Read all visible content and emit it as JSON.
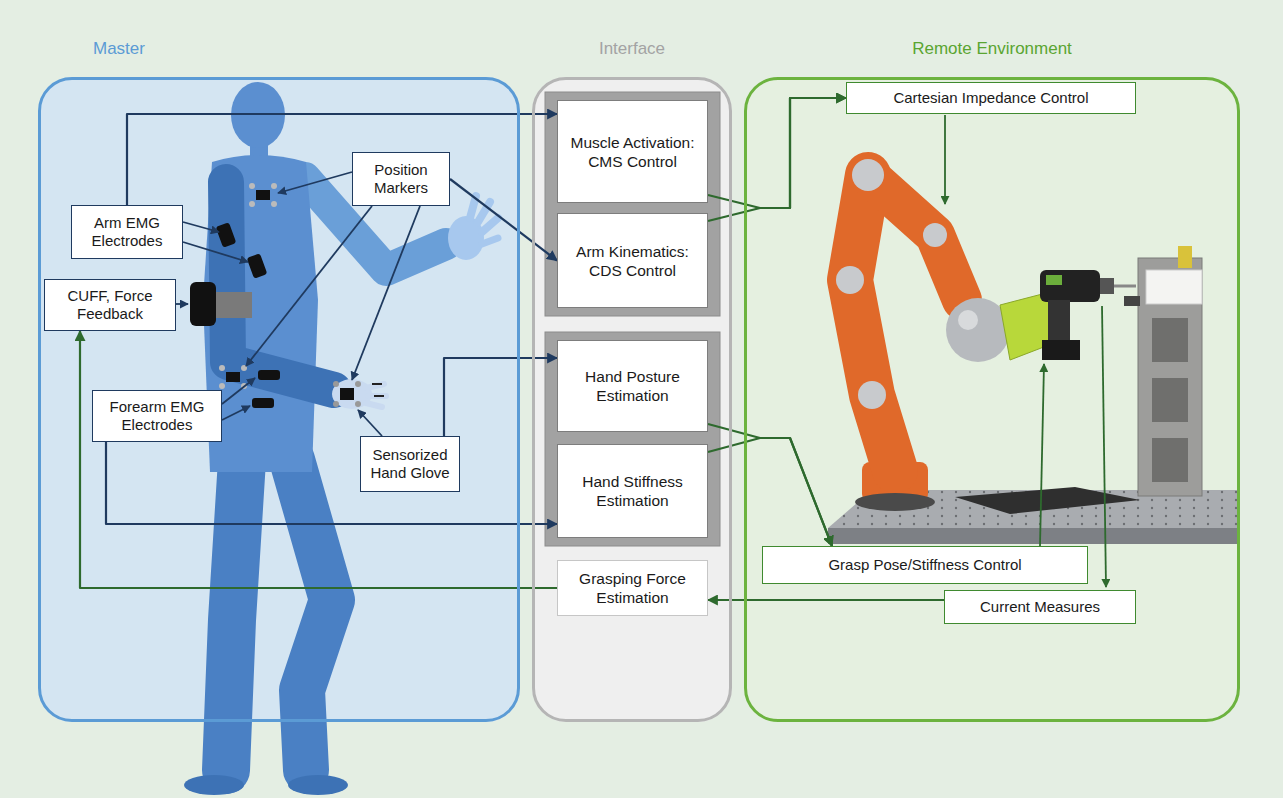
{
  "diagram": {
    "nodes": [
      {
        "text": [
          "Master"
        ]
      },
      {
        "text": [
          "Arm EMG Electrodes"
        ],
        "in": 0
      },
      {
        "text": [
          "Position Markers"
        ],
        "in": 0
      },
      {
        "text": [
          "CUFF, Force Feedback"
        ],
        "in": 0
      },
      {
        "text": [
          "Forearm EMG Electrodes"
        ],
        "in": 0
      },
      {
        "text": [
          "Sensorized Hand Glove"
        ],
        "in": 0
      },
      {
        "text": [
          "Interface"
        ]
      },
      {
        "text": [
          "Muscle Activation: CMS Control"
        ],
        "in": 6
      },
      {
        "text": [
          "Arm Kinematics: CDS Control"
        ],
        "in": 6
      },
      {
        "text": [
          "Hand Posture Estimation"
        ],
        "in": 6
      },
      {
        "text": [
          "Hand Stiffness Estimation"
        ],
        "in": 6
      },
      {
        "text": [
          "Grasping Force Estimation"
        ],
        "in": 6
      },
      {
        "text": [
          "Remote Environment"
        ]
      },
      {
        "text": [
          "Cartesian Impedance Control"
        ],
        "in": 12
      },
      {
        "text": [
          "Grasp Pose/Stiffness Control"
        ],
        "in": 12
      },
      {
        "text": [
          "Current Measures"
        ],
        "in": 12
      }
    ],
    "edges": [
      {
        "from": 1,
        "to": 7,
        "arrow": "to"
      },
      {
        "from": 2,
        "to": 8,
        "arrow": "to"
      },
      {
        "from": 5,
        "to": 9,
        "arrow": "to"
      },
      {
        "from": 4,
        "to": 10,
        "arrow": "to"
      },
      {
        "from": 11,
        "to": 3,
        "arrow": "to"
      },
      {
        "from": 7,
        "to": 13,
        "arrow": "to"
      },
      {
        "from": 8,
        "to": 13,
        "arrow": "to"
      },
      {
        "from": 9,
        "to": 14,
        "arrow": "to"
      },
      {
        "from": 10,
        "to": 14,
        "arrow": "to"
      },
      {
        "from": 15,
        "to": 11,
        "arrow": "to"
      }
    ]
  }
}
